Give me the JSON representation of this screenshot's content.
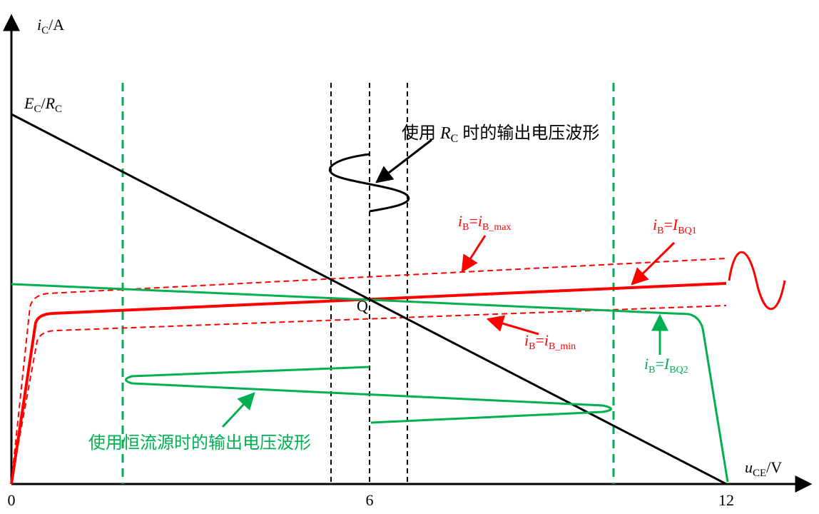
{
  "axes": {
    "y_label": {
      "var": "i",
      "sub": "C",
      "unit": "/A"
    },
    "x_label": {
      "var": "u",
      "sub": "CE",
      "unit": "/V"
    },
    "x_ticks": [
      "0",
      "6",
      "12"
    ]
  },
  "load_line": {
    "label_num": "E",
    "label_num_sub": "C",
    "label_den": "R",
    "label_den_sub": "C",
    "u_intercept": 12
  },
  "q_point": {
    "label": "Q",
    "u": 6
  },
  "curves": {
    "ib_max": {
      "lhs": "i",
      "lhs_sub": "B",
      "eq": "=",
      "rhs": "i",
      "rhs_sub": "B_max"
    },
    "ib_bq1": {
      "lhs": "i",
      "lhs_sub": "B",
      "eq": "=",
      "rhs": "I",
      "rhs_sub": "BQ1"
    },
    "ib_min": {
      "lhs": "i",
      "lhs_sub": "B",
      "eq": "=",
      "rhs": "i",
      "rhs_sub": "B_min"
    },
    "ib_bq2": {
      "lhs": "i",
      "lhs_sub": "B",
      "eq": "=",
      "rhs": "I",
      "rhs_sub": "BQ2"
    }
  },
  "annotations": {
    "rc_wave_prefix": "使用",
    "rc_wave_var": "R",
    "rc_wave_sub": "C",
    "rc_wave_suffix": "时的输出电压波形",
    "cs_wave": "使用恒流源时的输出电压波形"
  },
  "colors": {
    "axis": "#000000",
    "load_line": "#000000",
    "red": "#ff0000",
    "green": "#00b050"
  }
}
